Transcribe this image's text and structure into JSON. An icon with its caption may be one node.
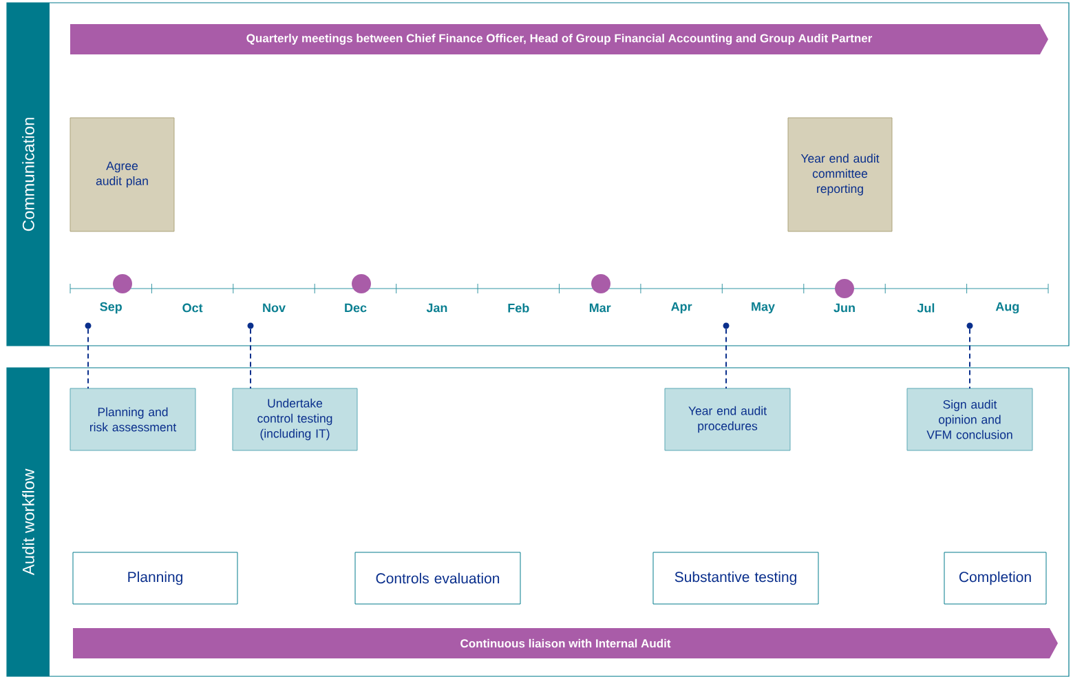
{
  "diagram": {
    "nodes": [
      {
        "text": [
          "Communication"
        ]
      },
      {
        "text": [
          "Quarterly meetings between Chief Finance Officer, Head of Group Financial Accounting and Group Audit Partner"
        ],
        "in": 0
      },
      {
        "text": [
          "Agree audit plan"
        ],
        "in": 0
      },
      {
        "text": [
          "Year end audit committee reporting"
        ],
        "in": 0
      },
      {
        "text": [],
        "shape": "circle",
        "in": 0
      },
      {
        "text": [],
        "shape": "circle",
        "in": 0
      },
      {
        "text": [],
        "shape": "circle",
        "in": 0
      },
      {
        "text": [],
        "shape": "circle",
        "in": 0
      },
      {
        "text": [
          "Audit workflow"
        ]
      },
      {
        "text": [
          "Planning and risk assessment"
        ],
        "in": 8
      },
      {
        "text": [
          "Undertake control testing (including IT)"
        ],
        "in": 8
      },
      {
        "text": [
          "Year end audit procedures"
        ],
        "in": 8
      },
      {
        "text": [
          "Sign audit opinion and VFM conclusion"
        ],
        "in": 8
      },
      {
        "text": [
          "Planning"
        ],
        "in": 8
      },
      {
        "text": [
          "Controls evaluation"
        ],
        "in": 8
      },
      {
        "text": [
          "Substantive testing"
        ],
        "in": 8
      },
      {
        "text": [
          "Completion"
        ],
        "in": 8
      },
      {
        "text": [
          "Continuous liaison with Internal Audit"
        ],
        "in": 8
      }
    ],
    "edges": [
      {
        "from": 4,
        "to": 9,
        "arrow": "none",
        "style": "dashed"
      },
      {
        "from": 5,
        "to": 10,
        "arrow": "none",
        "style": "dashed"
      },
      {
        "from": 6,
        "to": 11,
        "arrow": "none",
        "style": "dashed"
      },
      {
        "from": 7,
        "to": 12,
        "arrow": "none",
        "style": "dashed"
      }
    ],
    "labels": [
      "Sep",
      "Oct",
      "Nov",
      "Dec",
      "Jan",
      "Feb",
      "Mar",
      "Apr",
      "May",
      "Jun",
      "Jul",
      "Aug"
    ]
  }
}
